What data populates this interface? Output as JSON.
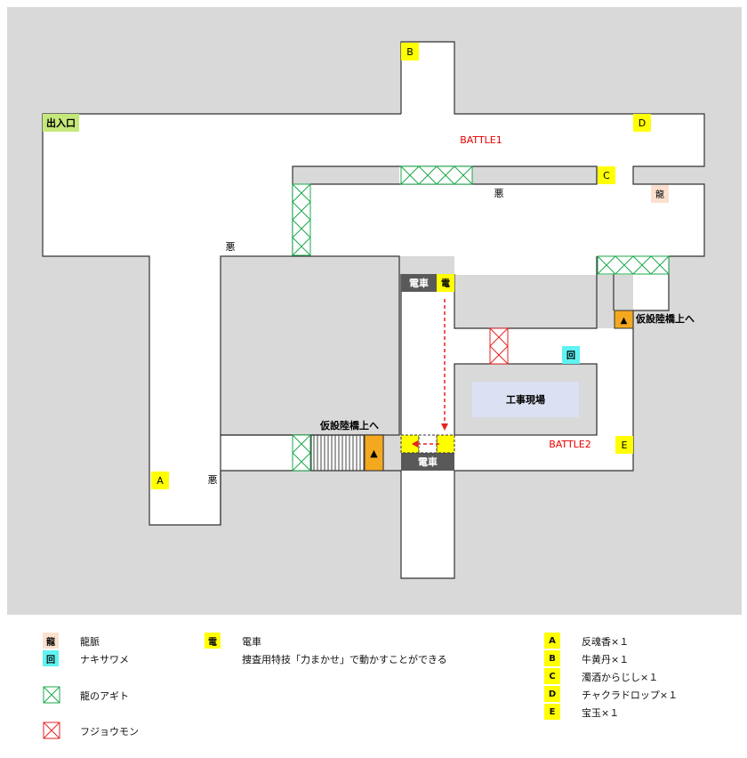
{
  "map": {
    "exit_label": "出入口",
    "battle1": "BATTLE1",
    "battle2": "BATTLE2",
    "construction_site": "工事現場",
    "evil_marks": [
      "悪",
      "悪",
      "悪"
    ],
    "train_label": "電車",
    "train_marker": "電",
    "ryumyaku_marker": "龍",
    "kai_marker": "回",
    "bridge_label": "仮設陸橋上へ",
    "bridge_arrow": "▲",
    "item_markers": [
      "A",
      "B",
      "C",
      "D",
      "E"
    ],
    "colors": {
      "background": "#d9d9d9",
      "room": "#ffffff",
      "exit": "#c5e87a",
      "item": "#ffff00",
      "ryumyaku": "#fbe0cf",
      "kai": "#5ff2f2",
      "ageto": "#1aa84a",
      "fujiou": "#e62222",
      "train": "#595959",
      "stairs": "#f4a81f",
      "battle": "#e60000",
      "site": "#dbe1f2"
    }
  },
  "legend": {
    "ryumyaku": {
      "marker": "龍",
      "label": "龍脈"
    },
    "nakisawame": {
      "marker": "回",
      "label": "ナキサワメ"
    },
    "ageto": {
      "label": "龍のアギト"
    },
    "fujiou": {
      "label": "フジョウモン"
    },
    "train": {
      "marker": "電",
      "label": "電車",
      "desc": "捜査用特技「力まかせ」で動かすことができる"
    },
    "items": [
      {
        "marker": "A",
        "label": "反魂香×１"
      },
      {
        "marker": "B",
        "label": "牛黄丹×１"
      },
      {
        "marker": "C",
        "label": "濁酒からじし×１"
      },
      {
        "marker": "D",
        "label": "チャクラドロップ×１"
      },
      {
        "marker": "E",
        "label": "宝玉×１"
      }
    ]
  }
}
